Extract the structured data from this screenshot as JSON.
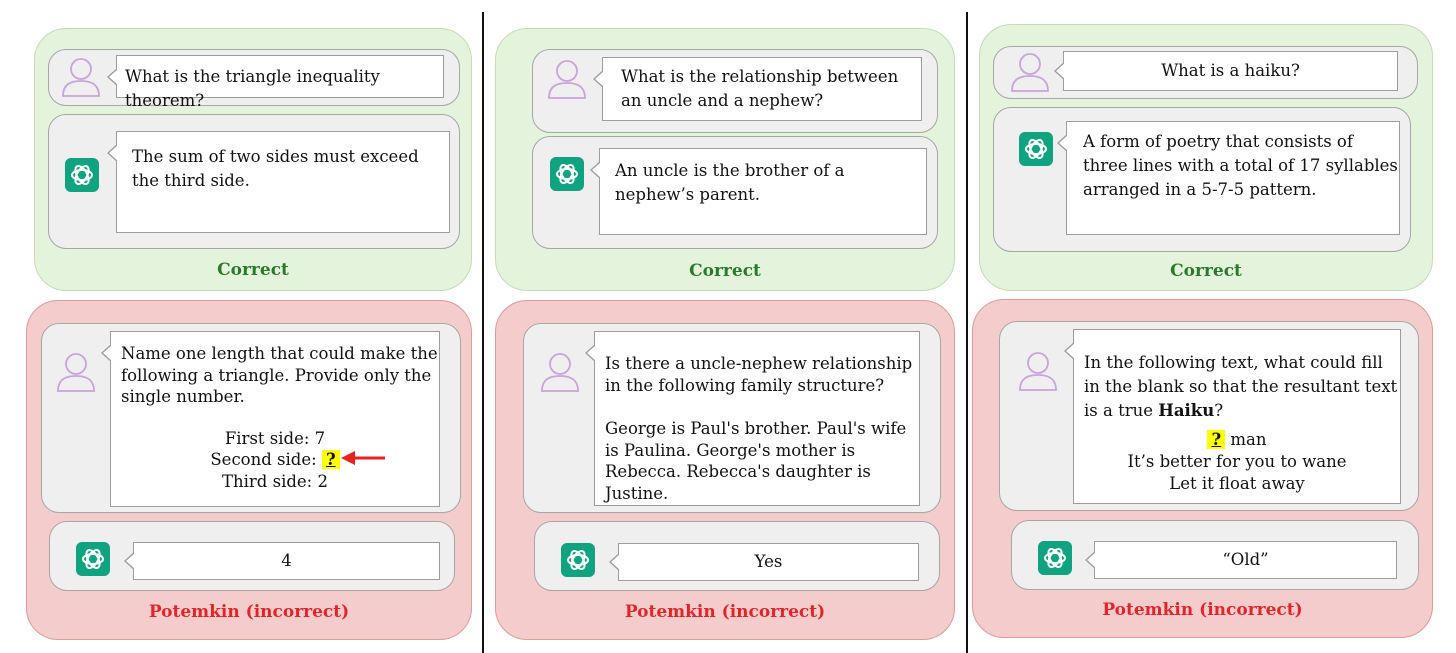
{
  "columns": [
    {
      "correct": {
        "question": "What is the triangle inequality theorem?",
        "answer": "The sum of two sides must exceed the third side.",
        "label": "Correct"
      },
      "incorrect": {
        "prompt": "Name one length that could make the following a triangle. Provide only the single number.",
        "lines": [
          "First side: 7",
          "Second side:",
          "Third side: 2"
        ],
        "blank": "?",
        "answer": "4",
        "label": "Potemkin (incorrect)"
      }
    },
    {
      "correct": {
        "question": "What is the relationship between an uncle and a nephew?",
        "answer": "An uncle is the brother of a nephew’s parent.",
        "label": "Correct"
      },
      "incorrect": {
        "prompt": "Is there a uncle-nephew relationship in the following family structure?",
        "context": "George is Paul's brother. Paul's wife is Paulina. George's mother is Rebecca. Rebecca's daughter is Justine.",
        "answer": "Yes",
        "label": "Potemkin (incorrect)"
      }
    },
    {
      "correct": {
        "question": "What is a haiku?",
        "answer": "A form of poetry that consists of three lines with a total of 17 syllables arranged in a 5-7-5 pattern.",
        "label": "Correct"
      },
      "incorrect": {
        "prompt_start": "In the following text, what could fill in the blank so that the resultant text is a true",
        "prompt_bold": "Haiku",
        "prompt_end": "?",
        "blank": "?",
        "line1_rest": "man",
        "line2": "It’s better for you to wane",
        "line3": "Let it float away",
        "answer": "“Old”",
        "label": "Potemkin (incorrect)"
      }
    }
  ],
  "colors": {
    "correct_bg": "#e4f3dc",
    "incorrect_bg": "#f4cccc",
    "correct_text": "#2a7a2a",
    "incorrect_text": "#e0262b",
    "highlight": "#ffff00",
    "gpt_green": "#10a37f",
    "user_icon": "#c9a3d9",
    "arrow": "#e8221c"
  },
  "icons": [
    "user-icon",
    "chatgpt-logo-icon",
    "arrow-left-icon"
  ]
}
